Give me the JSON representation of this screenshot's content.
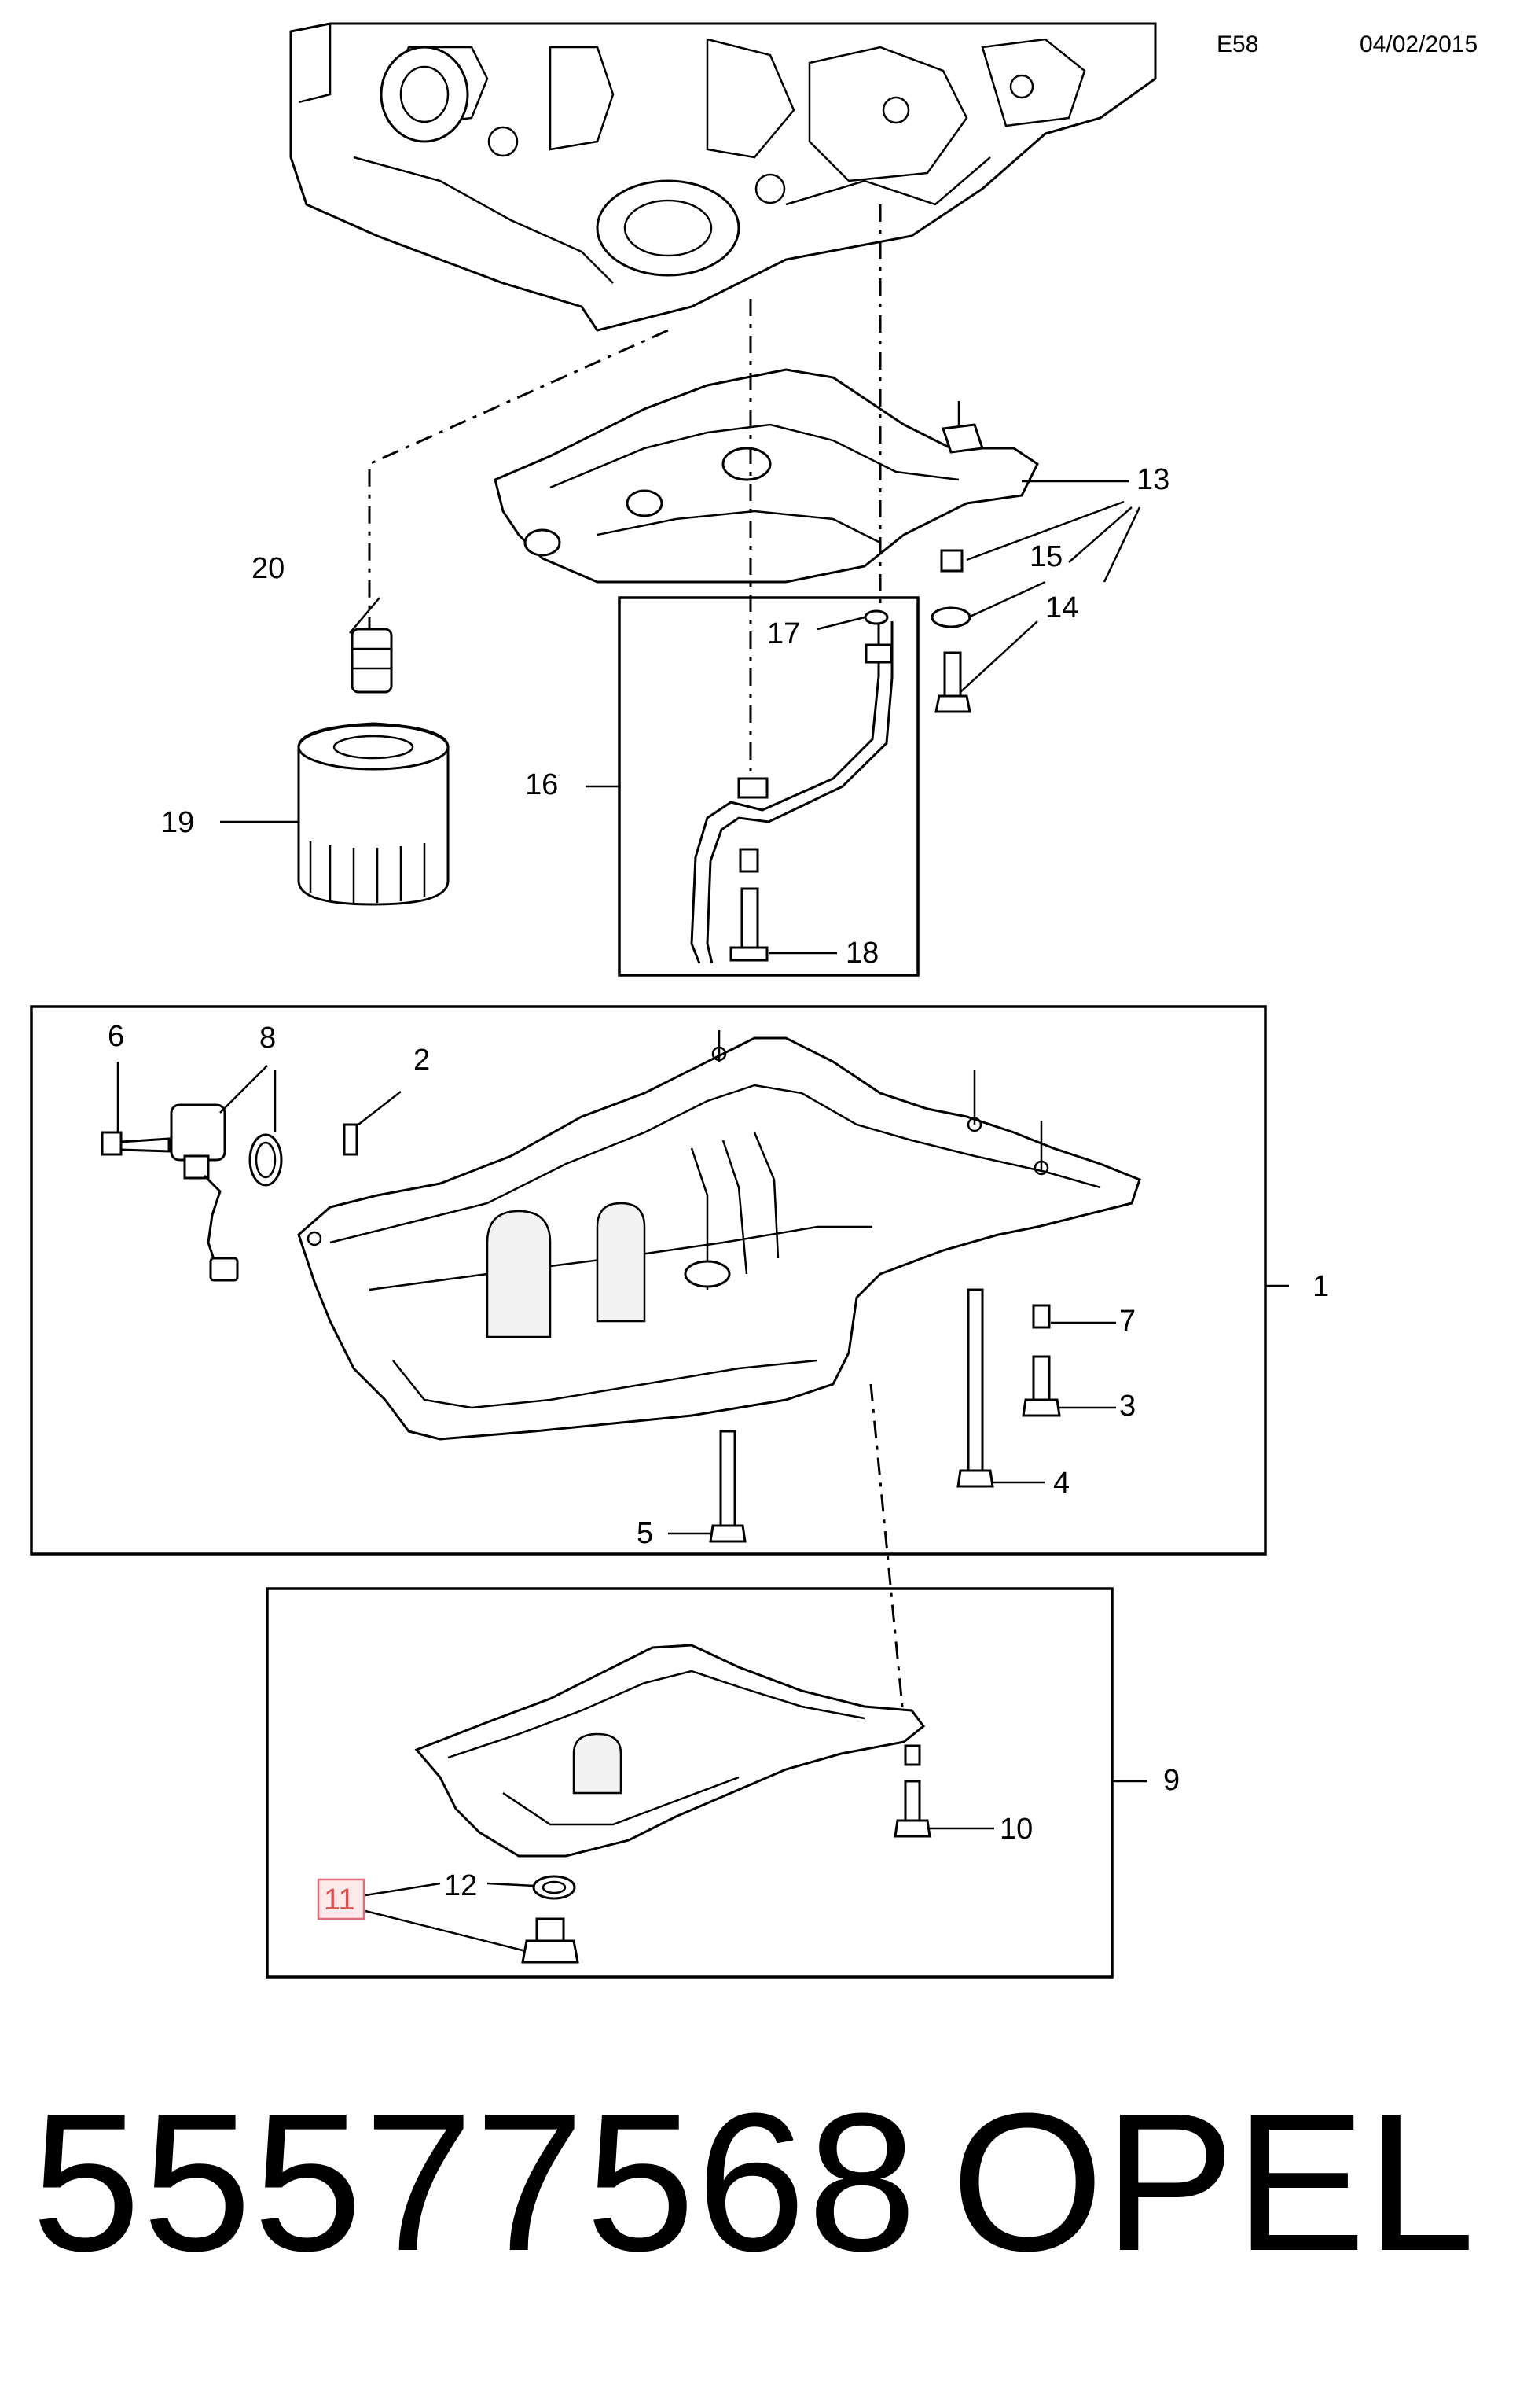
{
  "header": {
    "code": "E58",
    "date": "04/02/2015"
  },
  "callouts": {
    "c1": "1",
    "c2": "2",
    "c3": "3",
    "c4": "4",
    "c5": "5",
    "c6": "6",
    "c7": "7",
    "c8": "8",
    "c9": "9",
    "c10": "10",
    "c11": "11",
    "c12": "12",
    "c13": "13",
    "c14": "14",
    "c15": "15",
    "c16": "16",
    "c17": "17",
    "c18": "18",
    "c19": "19",
    "c20": "20"
  },
  "highlight": {
    "callout": "11",
    "color": "#e06b7a",
    "fill": "#fde8ea"
  },
  "footer": {
    "part_number": "55577568",
    "brand": "OPEL"
  }
}
